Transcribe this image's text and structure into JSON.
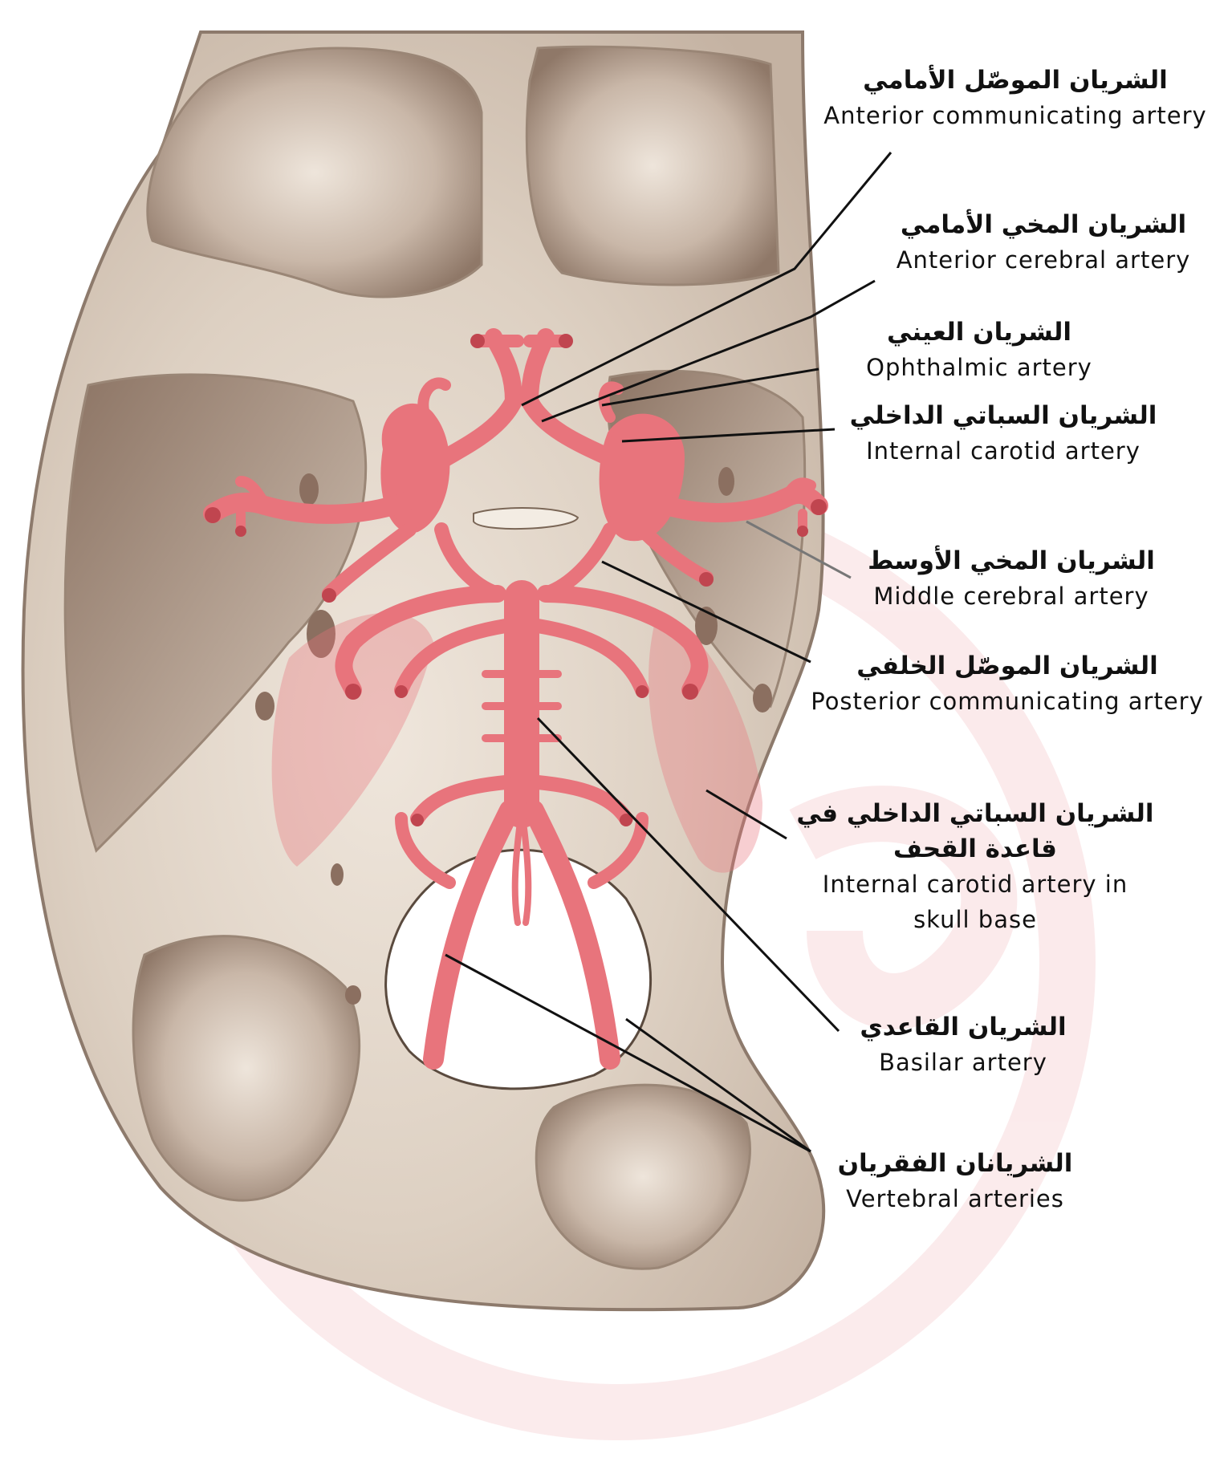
{
  "labels": [
    {
      "ar": "الشريان الموصّل الأمامي",
      "en": "Anterior communicating artery"
    },
    {
      "ar": "الشريان المخي الأمامي",
      "en": "Anterior cerebral artery"
    },
    {
      "ar": "الشريان العيني",
      "en": "Ophthalmic artery"
    },
    {
      "ar": "الشريان السباتي الداخلي",
      "en": "Internal carotid artery"
    },
    {
      "ar": "الشريان المخي الأوسط",
      "en": "Middle cerebral artery"
    },
    {
      "ar": "الشريان الموصّل الخلفي",
      "en": "Posterior communicating artery"
    },
    {
      "ar1": "الشريان السباتي الداخلي في",
      "ar2": "قاعدة القحف",
      "en1": "Internal carotid artery in",
      "en2": "skull base"
    },
    {
      "ar": "الشريان القاعدي",
      "en": "Basilar artery"
    },
    {
      "ar": "الشريانان الفقريان",
      "en": "Vertebral arteries"
    }
  ],
  "colors": {
    "artery": "#e8747c",
    "artery_dark": "#c0454f",
    "bone": "#e2d6ca",
    "bone_shadow": "#a08a7a",
    "leader": "#111111"
  }
}
